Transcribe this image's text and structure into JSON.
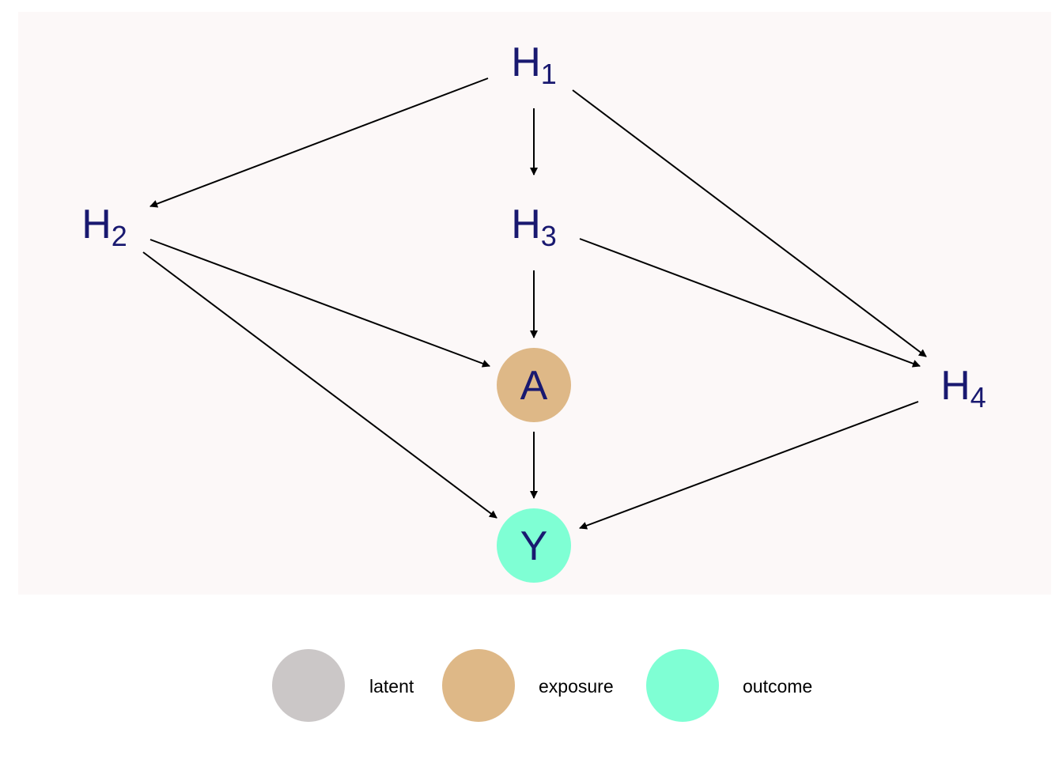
{
  "diagram": {
    "nodes": [
      {
        "id": "H1",
        "base": "H",
        "sub": "1",
        "role": "latent"
      },
      {
        "id": "H2",
        "base": "H",
        "sub": "2",
        "role": "latent"
      },
      {
        "id": "H3",
        "base": "H",
        "sub": "3",
        "role": "latent"
      },
      {
        "id": "H4",
        "base": "H",
        "sub": "4",
        "role": "latent"
      },
      {
        "id": "A",
        "base": "A",
        "sub": "",
        "role": "exposure"
      },
      {
        "id": "Y",
        "base": "Y",
        "sub": "",
        "role": "outcome"
      }
    ],
    "edges": [
      {
        "from": "H1",
        "to": "H2"
      },
      {
        "from": "H1",
        "to": "H3"
      },
      {
        "from": "H1",
        "to": "H4"
      },
      {
        "from": "H2",
        "to": "A"
      },
      {
        "from": "H2",
        "to": "Y"
      },
      {
        "from": "H3",
        "to": "A"
      },
      {
        "from": "H3",
        "to": "H4"
      },
      {
        "from": "A",
        "to": "Y"
      },
      {
        "from": "H4",
        "to": "Y"
      }
    ],
    "node_text_color": "#191970",
    "panel_color": "#fcf8f8"
  },
  "legend": {
    "items": [
      {
        "key": "latent",
        "label": "latent",
        "color": "#cbc7c7"
      },
      {
        "key": "exposure",
        "label": "exposure",
        "color": "#deb887"
      },
      {
        "key": "outcome",
        "label": "outcome",
        "color": "#7fffd4"
      }
    ]
  }
}
